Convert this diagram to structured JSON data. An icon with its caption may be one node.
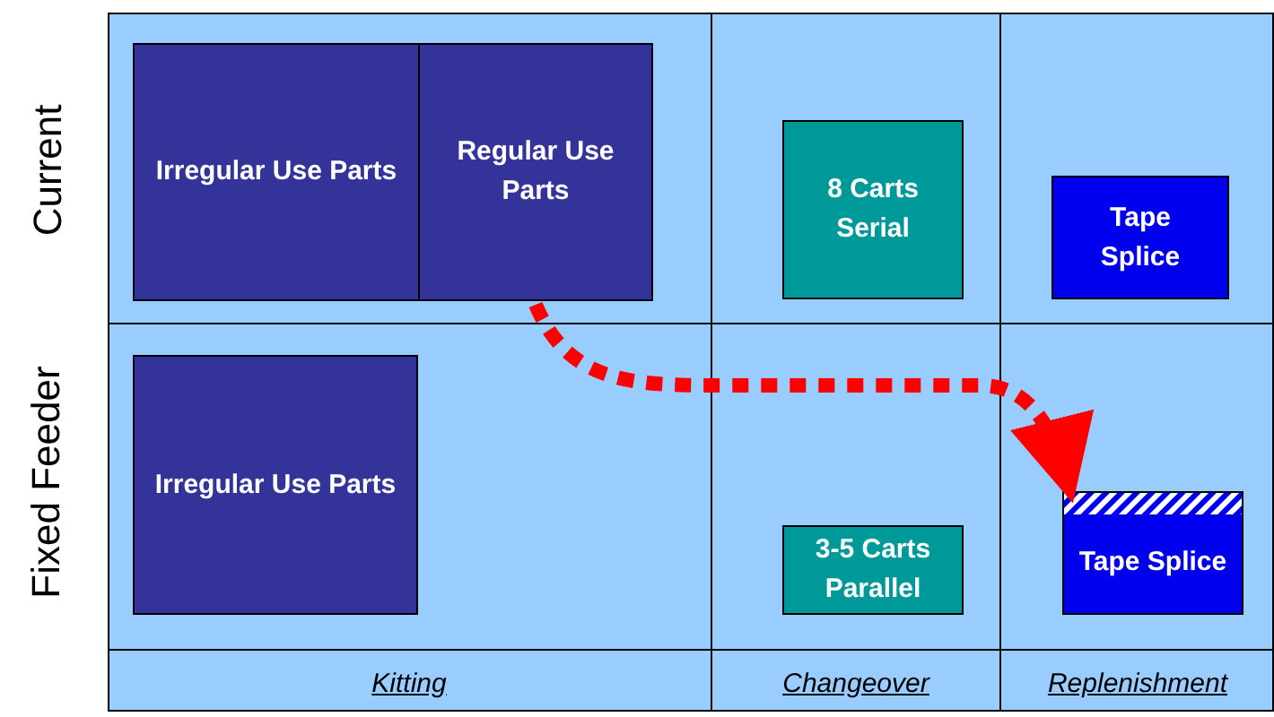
{
  "diagram": {
    "nodes": [
      {
        "text": [
          "Irregular Use Parts"
        ]
      },
      {
        "text": [
          "Regular Use Parts"
        ]
      },
      {
        "text": [
          "8 Carts Serial"
        ]
      },
      {
        "text": [
          "Tape Splice"
        ]
      },
      {
        "text": [
          "Irregular Use Parts"
        ]
      },
      {
        "text": [
          "3-5 Carts Parallel"
        ]
      },
      {
        "text": [
          "Tape Splice"
        ]
      }
    ],
    "edges": [
      {
        "from": 1,
        "to": 6,
        "arrow": "to",
        "style": "dashed",
        "color": "#ff0000"
      }
    ],
    "labels": [
      "Current",
      "Fixed Feeder",
      "Kitting",
      "Changeover",
      "Replenishment"
    ]
  }
}
